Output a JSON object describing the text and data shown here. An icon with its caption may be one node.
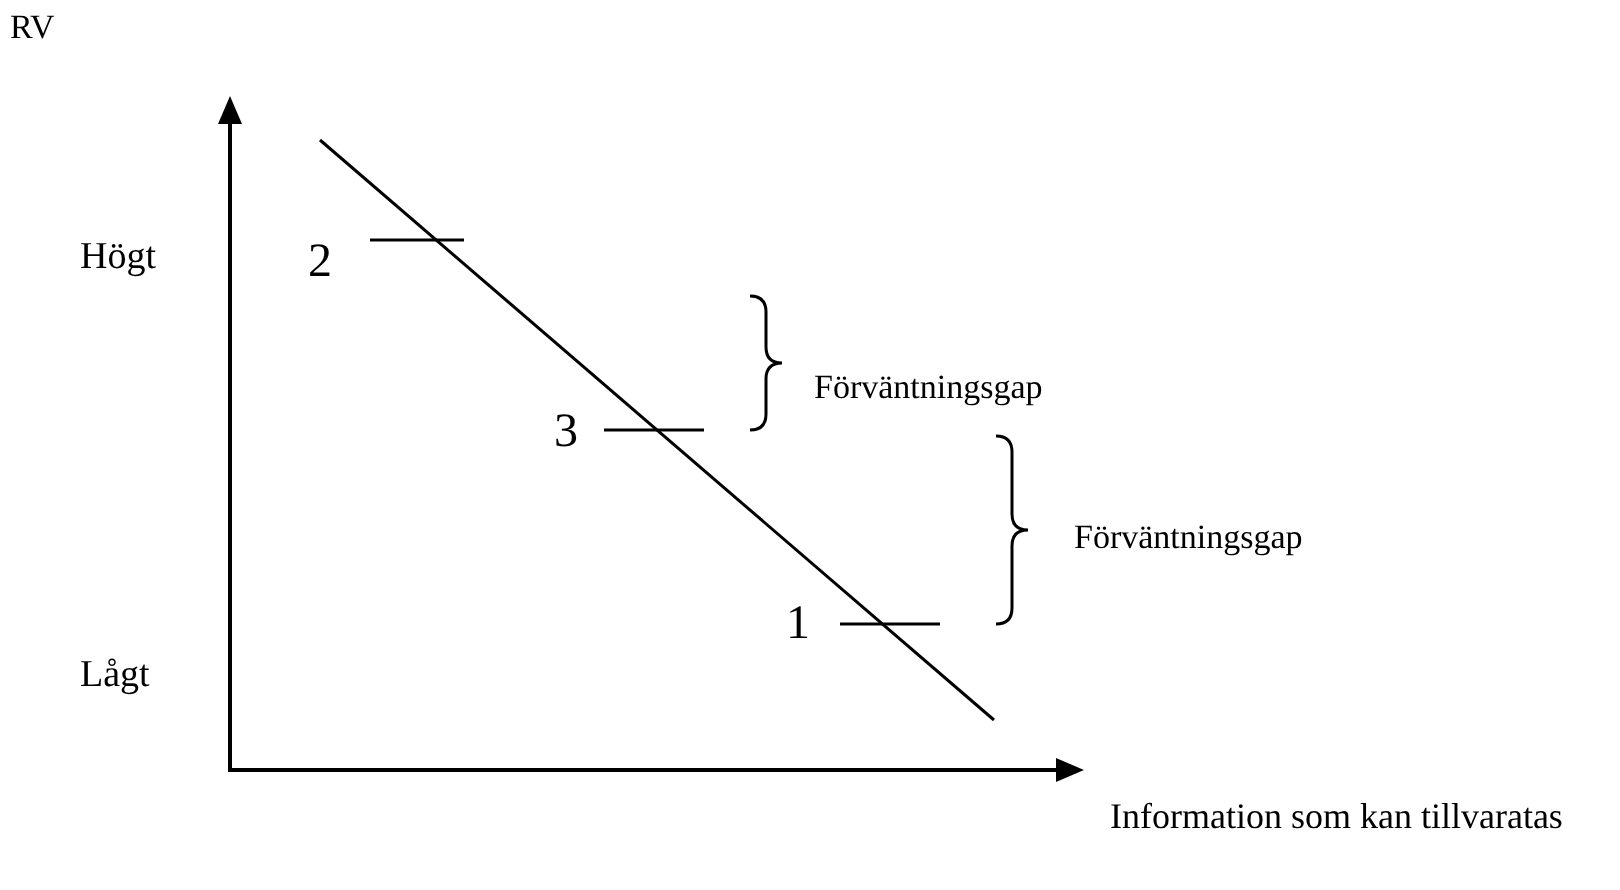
{
  "diagram": {
    "labels": [
      "RV",
      "Högt",
      "2",
      "Förväntningsgap",
      "3",
      "Förväntningsgap",
      "1",
      "Lågt",
      "Information som kan tillvaratas"
    ]
  }
}
